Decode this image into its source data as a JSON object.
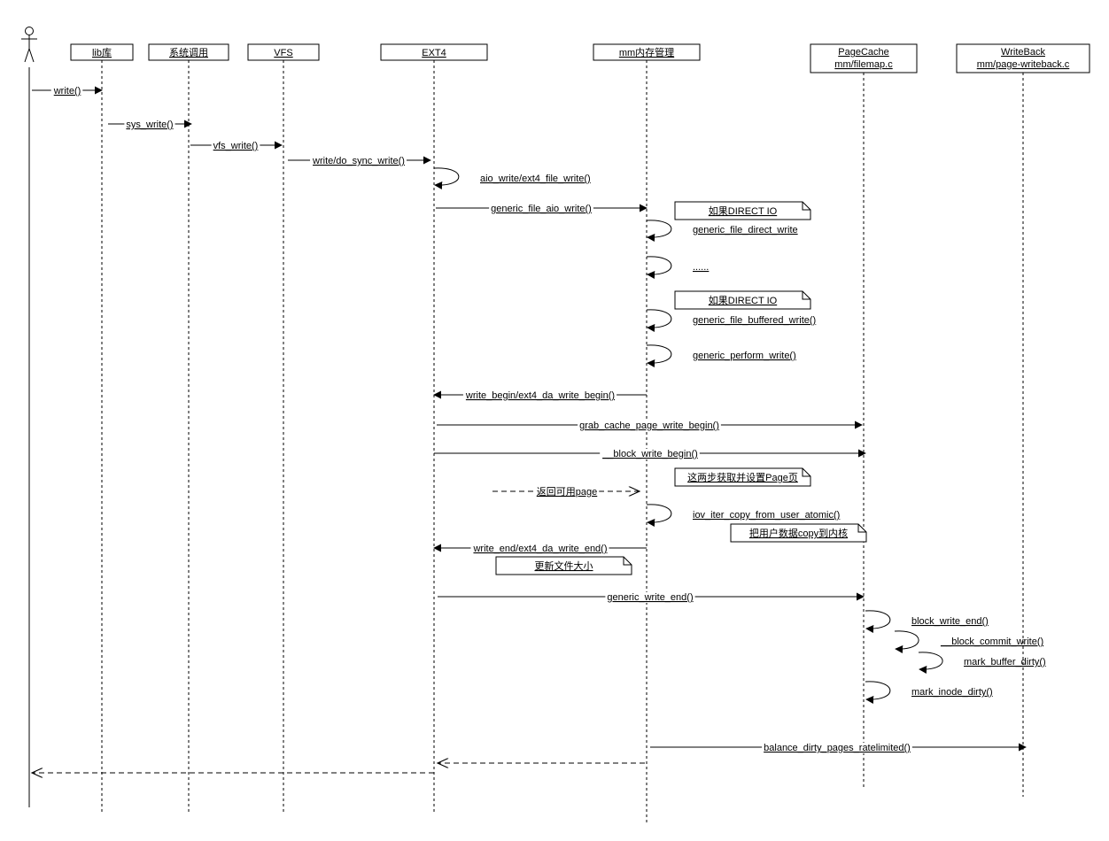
{
  "participants": [
    {
      "id": "lib",
      "label": "lib库"
    },
    {
      "id": "syscall",
      "label": "系统调用"
    },
    {
      "id": "vfs",
      "label": "VFS"
    },
    {
      "id": "ext4",
      "label": "EXT4"
    },
    {
      "id": "mm",
      "label": "mm内存管理"
    },
    {
      "id": "pagecache",
      "label": "PageCache\nmm/filemap.c"
    },
    {
      "id": "writeback",
      "label": "WriteBack\nmm/page-writeback.c"
    }
  ],
  "messages": [
    {
      "label": "write()"
    },
    {
      "label": "sys_write()"
    },
    {
      "label": "vfs_write()"
    },
    {
      "label": "write/do_sync_write()"
    },
    {
      "label": "aio_write/ext4_file_write()"
    },
    {
      "label": "generic_file_aio_write()"
    },
    {
      "label": "generic_file_direct_write"
    },
    {
      "label": "......"
    },
    {
      "label": "generic_file_buffered_write()"
    },
    {
      "label": "generic_perform_write()"
    },
    {
      "label": "write_begin/ext4_da_write_begin()"
    },
    {
      "label": "grab_cache_page_write_begin()"
    },
    {
      "label": "__block_write_begin()"
    },
    {
      "label": "返回可用page"
    },
    {
      "label": "iov_iter_copy_from_user_atomic()"
    },
    {
      "label": "write_end/ext4_da_write_end()"
    },
    {
      "label": "generic_write_end()"
    },
    {
      "label": "block_write_end()"
    },
    {
      "label": "__block_commit_write()"
    },
    {
      "label": "mark_buffer_dirty()"
    },
    {
      "label": "mark_inode_dirty()"
    },
    {
      "label": "balance_dirty_pages_ratelimited()"
    },
    {
      "label": ""
    },
    {
      "label": ""
    }
  ],
  "notes": [
    {
      "label": "如果DIRECT IO"
    },
    {
      "label": "如果DIRECT IO"
    },
    {
      "label": "这两步获取并设置Page页"
    },
    {
      "label": "把用户数据copy到内核"
    },
    {
      "label": "更新文件大小"
    }
  ]
}
